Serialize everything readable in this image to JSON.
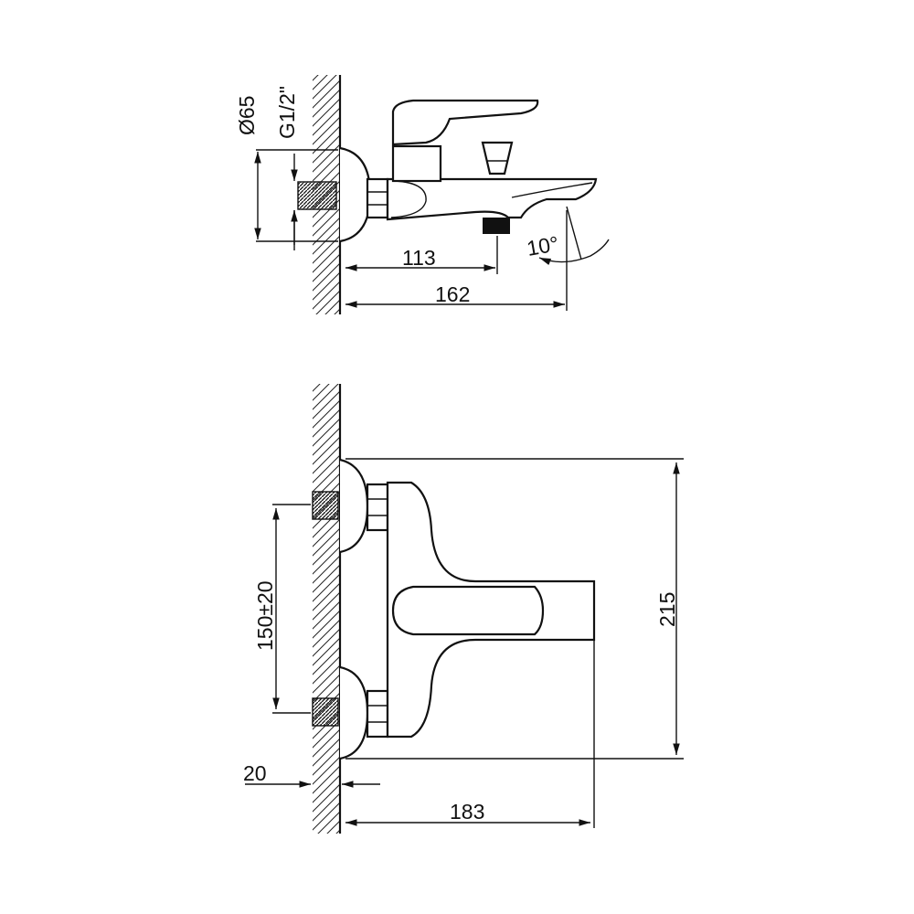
{
  "top_view": {
    "dim_diameter": "Ø65",
    "dim_thread": "G1/2\"",
    "dim_spout_center": "113",
    "dim_total_depth": "162",
    "dim_angle": "10°"
  },
  "front_view": {
    "dim_centers": "150±20",
    "dim_height": "215",
    "dim_wall_offset": "20",
    "dim_projection": "183"
  },
  "colors": {
    "line": "#111111",
    "background": "#ffffff"
  }
}
